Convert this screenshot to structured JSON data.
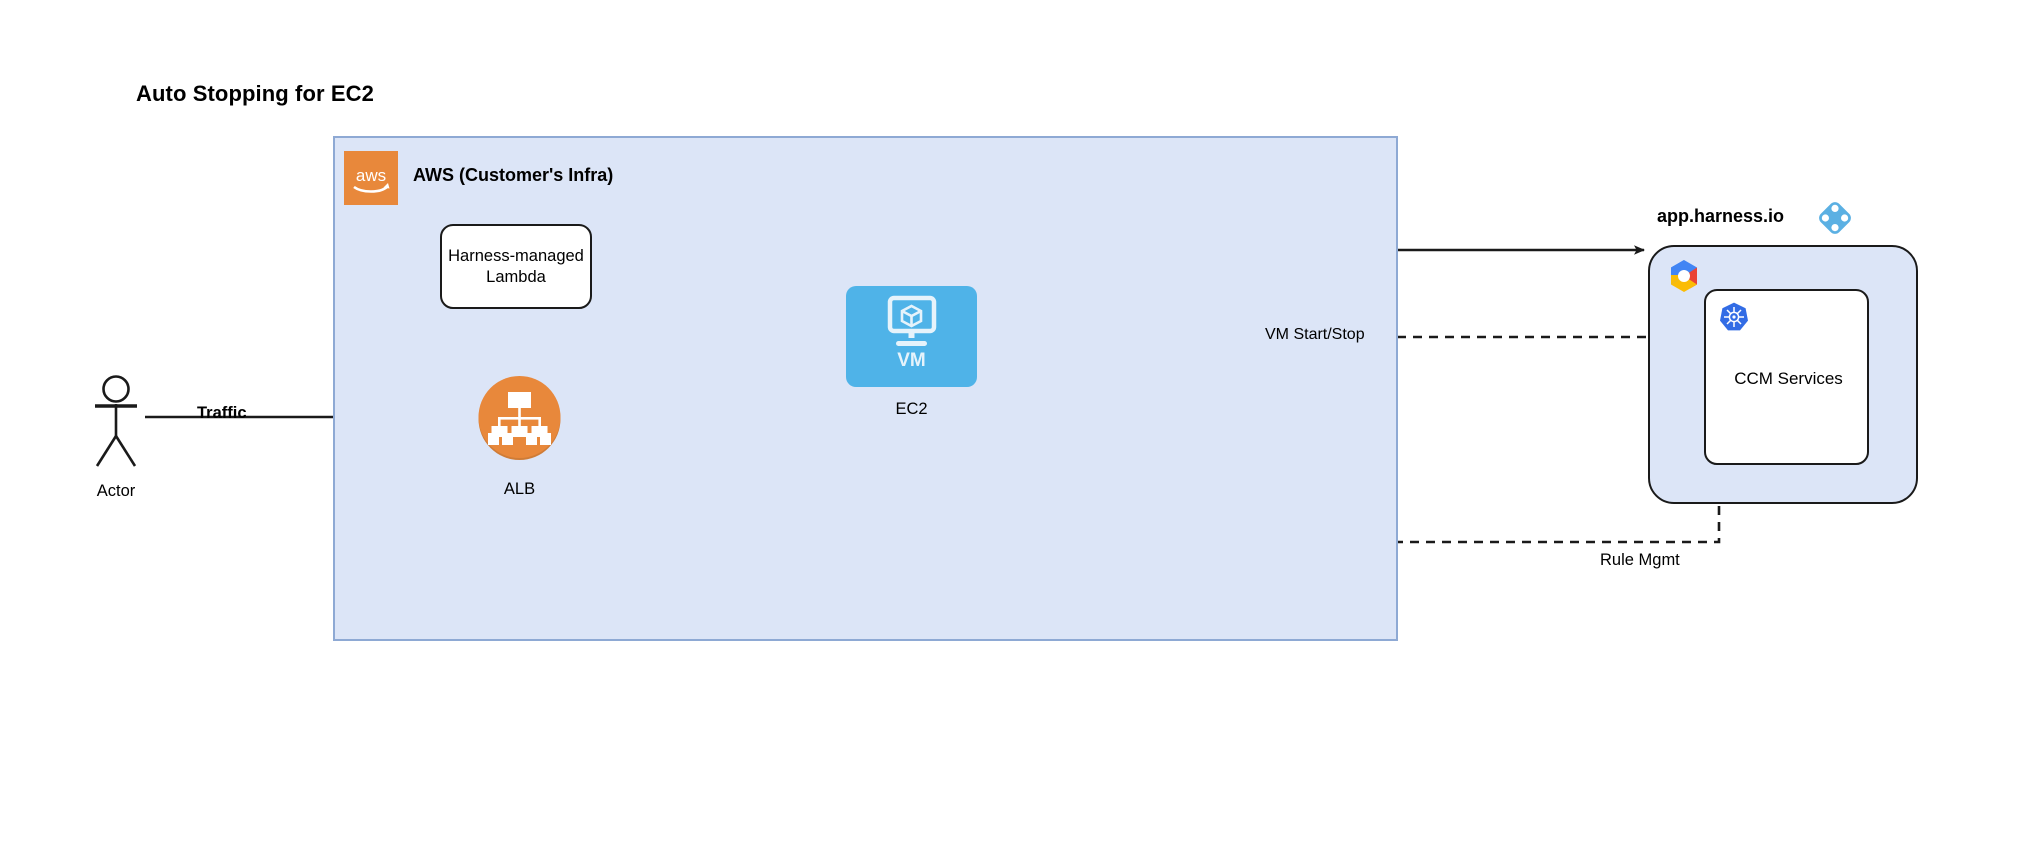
{
  "diagram": {
    "title": "Auto Stopping for EC2",
    "type": "architecture-diagram"
  },
  "aws_container": {
    "title": "AWS (Customer's Infra)",
    "logo_name": "aws-logo",
    "logo_text": "aws",
    "fill_color": "#dce5f7",
    "border_color": "#8ea9d4"
  },
  "nodes": {
    "actor": {
      "label": "Actor",
      "icon_name": "stick-figure-actor-icon"
    },
    "lambda": {
      "label": "Harness-managed Lambda",
      "line1": "Harness-managed",
      "line2": "Lambda"
    },
    "alb": {
      "label": "ALB",
      "icon_name": "load-balancer-icon",
      "color": "#e8883b"
    },
    "ec2": {
      "label": "EC2",
      "inner_text": "VM",
      "icon_name": "vm-monitor-icon",
      "color": "#4fb3e8"
    },
    "harness": {
      "title": "app.harness.io",
      "logo_name": "harness-diamond-logo",
      "gcp_logo_name": "gcp-logo",
      "fill_color": "#dce5f7"
    },
    "ccm": {
      "label": "CCM Services",
      "logo_name": "kubernetes-logo"
    }
  },
  "edges": {
    "traffic": {
      "label": "Traffic",
      "style": "solid",
      "from": "Actor",
      "to": "ALB"
    },
    "alb_to_lambda": {
      "label": "",
      "style": "solid",
      "from": "ALB",
      "to": "Harness-managed Lambda"
    },
    "alb_to_ec2": {
      "label": "",
      "style": "solid",
      "from": "ALB",
      "to": "EC2"
    },
    "harness_to_lambda": {
      "label": "",
      "style": "solid",
      "from": "app.harness.io",
      "to": "Harness-managed Lambda"
    },
    "vm_start_stop": {
      "label": "VM Start/Stop",
      "style": "dashed",
      "from": "app.harness.io",
      "to": "EC2"
    },
    "rule_mgmt": {
      "label": "Rule Mgmt",
      "style": "dashed",
      "from": "app.harness.io",
      "to": "ALB"
    }
  }
}
